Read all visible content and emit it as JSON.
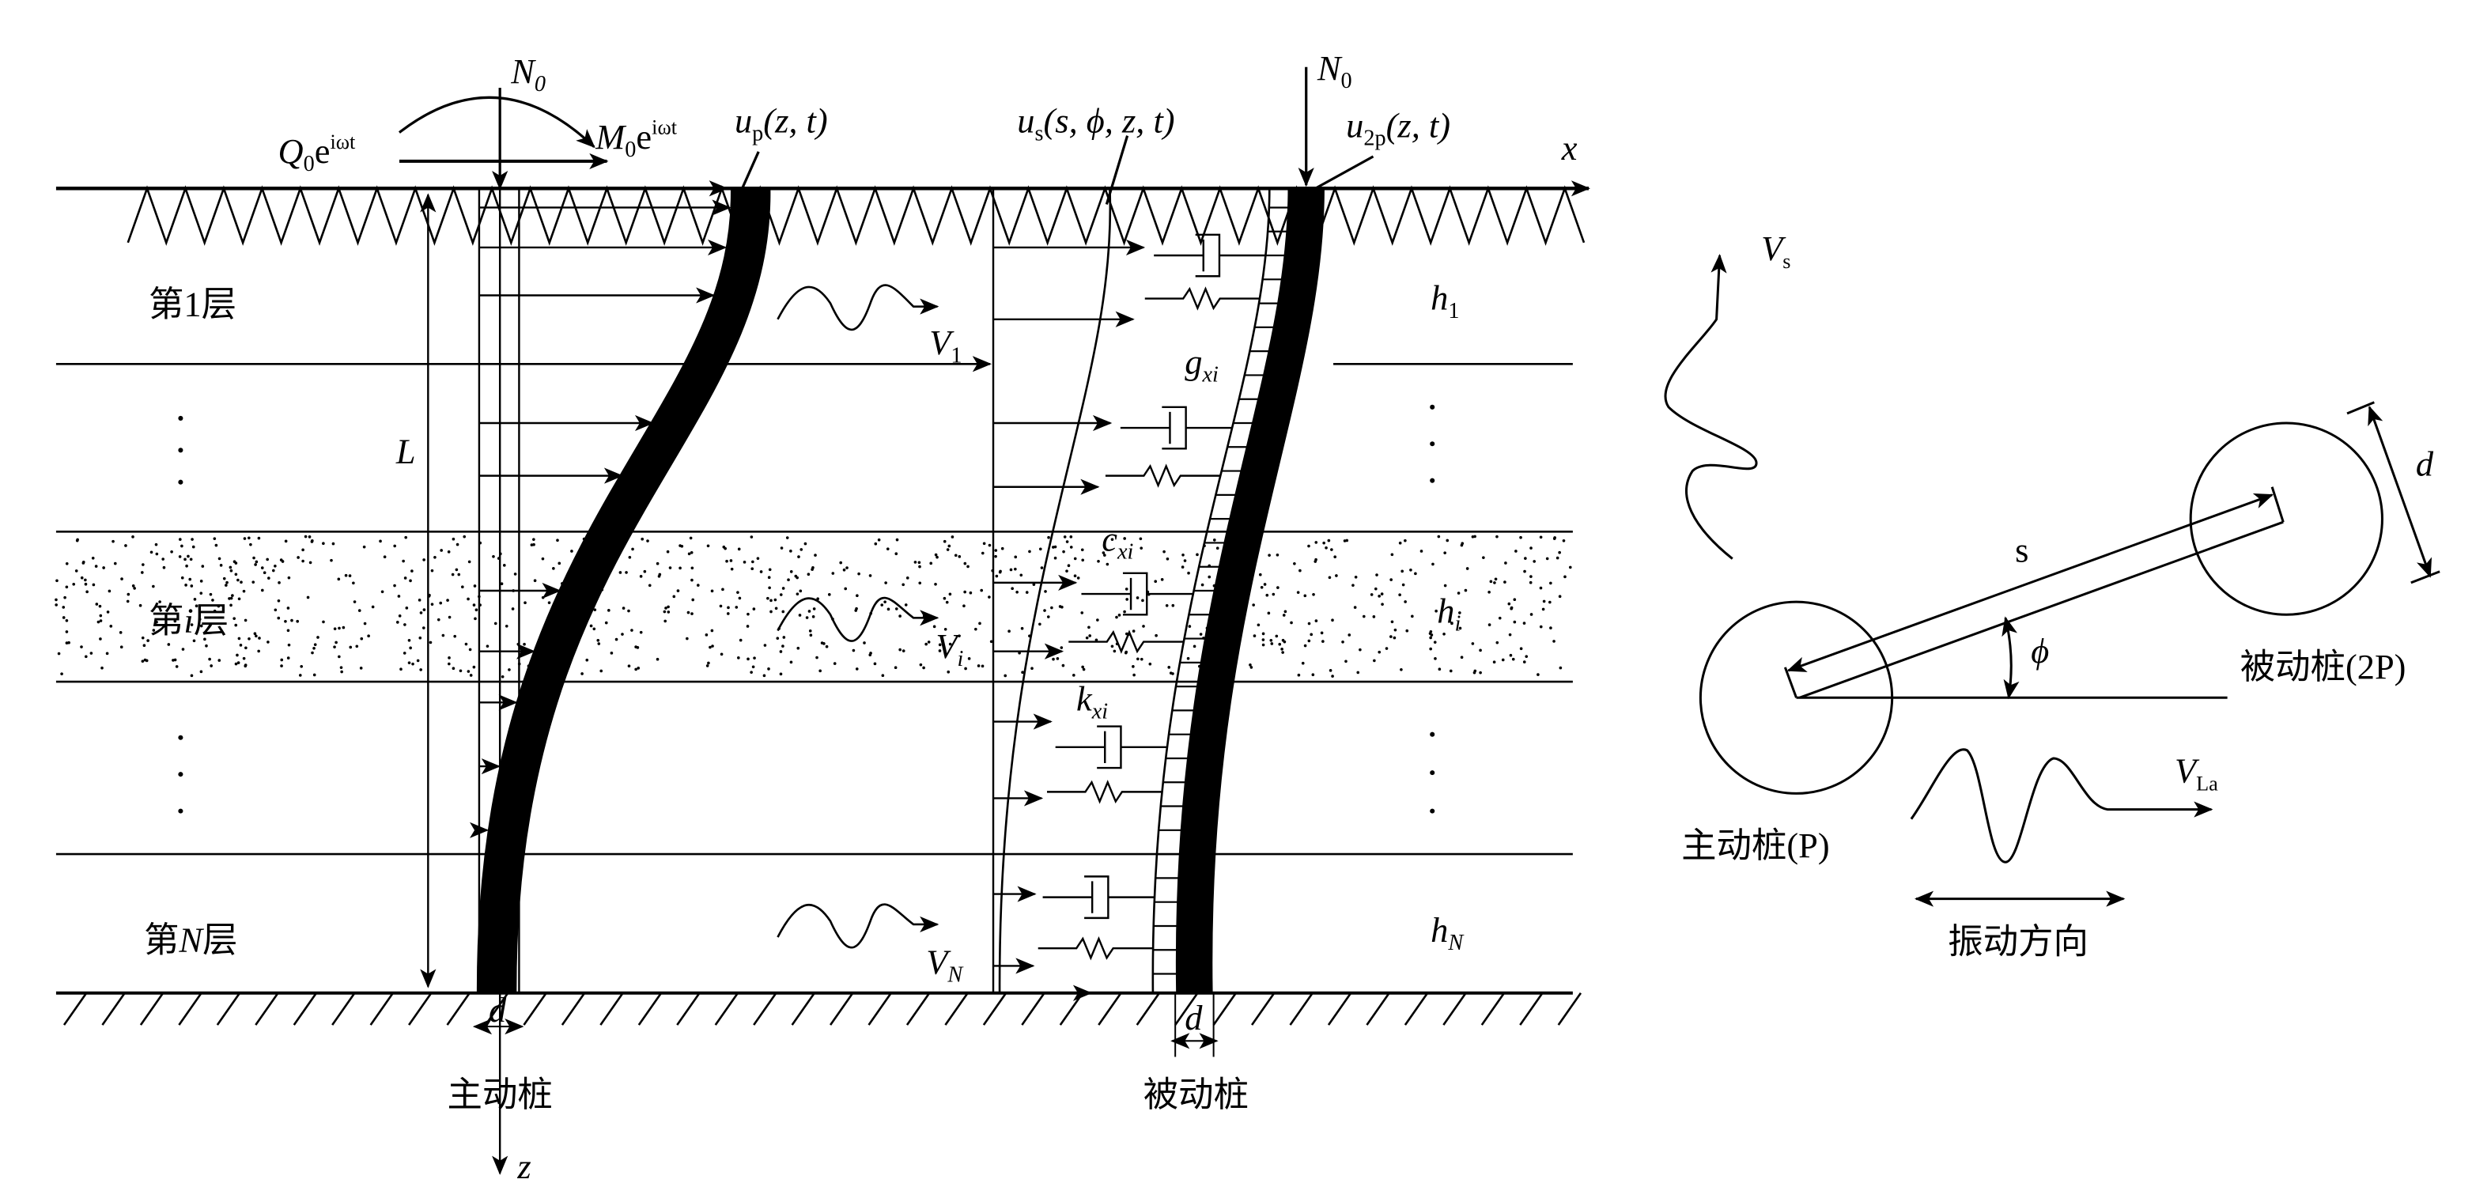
{
  "left_diagram": {
    "loads": {
      "axial_left": "N",
      "axial_left_sub": "0",
      "horizontal_load": "Q",
      "horizontal_load_sub": "0",
      "horizontal_load_exp": "e",
      "horizontal_load_pow": "iωt",
      "moment": "M",
      "moment_sub": "0",
      "moment_exp": "e",
      "moment_pow": "iωt",
      "axial_right": "N",
      "axial_right_sub": "0"
    },
    "displacements": {
      "active": "u",
      "active_sub": "p",
      "active_args": "(z, t)",
      "soil": "u",
      "soil_sub": "s",
      "soil_args": "(s, ϕ, z, t)",
      "passive": "u",
      "passive_sub": "2p",
      "passive_args": "(z, t)"
    },
    "axes": {
      "x": "x",
      "z": "z"
    },
    "pile_length": "L",
    "diameter": "d",
    "layers": [
      {
        "label_pre": "第",
        "label_var": "1",
        "label_post": "层",
        "wave": "V",
        "wave_sub": "1",
        "thickness": "h",
        "thickness_sub": "1"
      },
      {
        "label_pre": "第",
        "label_var": "i",
        "label_post": "层",
        "wave": "V",
        "wave_sub": "i",
        "thickness": "h",
        "thickness_sub": "i"
      },
      {
        "label_pre": "第",
        "label_var": "N",
        "label_post": "层",
        "wave": "V",
        "wave_sub": "N",
        "thickness": "h",
        "thickness_sub": "N"
      }
    ],
    "interaction": {
      "g": "g",
      "g_sub": "xi",
      "c": "c",
      "c_sub": "xi",
      "k": "k",
      "k_sub": "xi"
    },
    "active_pile_label": "主动桩",
    "passive_pile_label": "被动桩"
  },
  "right_diagram": {
    "shear_wave": "V",
    "shear_wave_sub": "s",
    "spacing": "s",
    "angle": "ϕ",
    "diameter": "d",
    "passive_label": "被动桩(2P)",
    "active_label": "主动桩(P)",
    "lysmer_wave": "V",
    "lysmer_wave_sub": "La",
    "vibration_direction": "振动方向"
  }
}
